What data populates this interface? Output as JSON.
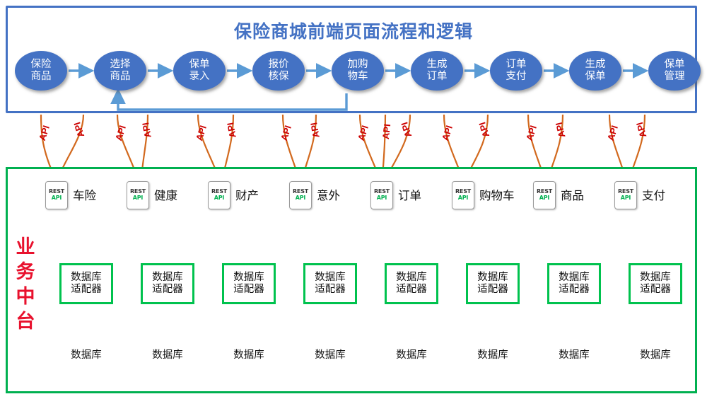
{
  "diagram": {
    "title": "保险商城前端页面流程和逻辑"
  },
  "frontend": {
    "title": "保险商城前端页面流程和逻辑",
    "border_color": "#4472C4",
    "node_color": "#4472C4",
    "nodes": [
      {
        "id": "insurance-product",
        "line1": "保险",
        "line2": "商品"
      },
      {
        "id": "select-product",
        "line1": "选择",
        "line2": "商品"
      },
      {
        "id": "policy-entry",
        "line1": "保单",
        "line2": "录入"
      },
      {
        "id": "quote-underwrite",
        "line1": "报价",
        "line2": "核保"
      },
      {
        "id": "add-to-cart",
        "line1": "加购",
        "line2": "物车"
      },
      {
        "id": "create-order",
        "line1": "生成",
        "line2": "订单"
      },
      {
        "id": "order-payment",
        "line1": "订单",
        "line2": "支付"
      },
      {
        "id": "create-policy",
        "line1": "生成",
        "line2": "保单"
      },
      {
        "id": "policy-management",
        "line1": "保单",
        "line2": "管理"
      }
    ],
    "feedback_loop": {
      "from": "add-to-cart",
      "to": "select-product",
      "color": "#5B9BD5"
    }
  },
  "platform": {
    "label_chars": [
      "业",
      "务",
      "中",
      "台"
    ],
    "label_color": "#E8112D",
    "border_color": "#00B050",
    "service_color": "#13D568",
    "rest_badge": {
      "top": "REST",
      "bottom": "API"
    },
    "adapter_label": {
      "line1": "数据库",
      "line2": "适配器"
    },
    "database_label": "数据库",
    "services": [
      {
        "id": "auto-insurance",
        "name": "车险",
        "api_count": 2
      },
      {
        "id": "health",
        "name": "健康",
        "api_count": 2
      },
      {
        "id": "property",
        "name": "财产",
        "api_count": 2
      },
      {
        "id": "accident",
        "name": "意外",
        "api_count": 2
      },
      {
        "id": "order",
        "name": "订单",
        "api_count": 3
      },
      {
        "id": "shopping-cart",
        "name": "购物车",
        "api_count": 2
      },
      {
        "id": "product",
        "name": "商品",
        "api_count": 2
      },
      {
        "id": "payment",
        "name": "支付",
        "api_count": 2
      }
    ]
  },
  "api_connectors": {
    "label": "API",
    "label_color": "#CC0000",
    "line_color": "#D2691E",
    "count": 17
  }
}
